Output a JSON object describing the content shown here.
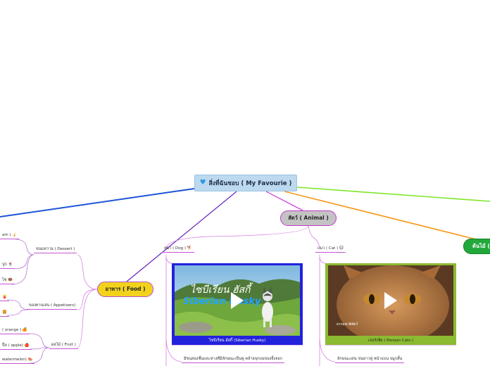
{
  "central": {
    "label": "สิ่งที่ฉันชอบ ( My Favourie )",
    "icon": "blue-heart-icon"
  },
  "branches": {
    "animal": {
      "label": "สัตว์ ( Animal )"
    },
    "food": {
      "label": "อาหาร ( Food )"
    },
    "other": {
      "label": "ต้นไม้ ("
    }
  },
  "animal": {
    "dog": {
      "label": "หมา ( Dog ) 🐕",
      "video_caption": "ไซบีเรียน ฮัสกี้ (Siberian Husky)",
      "overlay_thai": "ไซบีเรียน ฮัสกี้",
      "overlay_en": "Siberian Husky",
      "note": "มีขนสองชั้นและหางที่มีลักษณะเป็นพู่ คล้ายจุกบนของจิ้งจอก"
    },
    "cat": {
      "label": "แมว ( Cat ) 🐱",
      "video_caption": "เปอร์เซีย ( Persian Cats )",
      "watermark": "ธรรมชาติสัตว์",
      "note": "ลักษณะเด่น ขนยาวฟู หน้าแบน จมูกสั้น"
    }
  },
  "food": {
    "dessert": {
      "label": "ขนมหวาน ( Dessert )",
      "items": [
        "am ) 🍦",
        "ปูก 🍨",
        "ไซ 🍩"
      ]
    },
    "appetizers": {
      "label": "ของทานเล่น ( Appetizers)",
      "items": [
        "🍟",
        "🍔"
      ]
    },
    "fruit": {
      "label": "ผลไม้ ( Fruit )",
      "items": [
        "( orange ) 🍊",
        "ปิ้ล ( apple) 🍎",
        "watermelon) 🍉"
      ]
    }
  },
  "colors": {
    "central_bg": "#bcd9ef",
    "animal_pill": "#c3c3c3",
    "food_pill": "#f3d21c",
    "other_pill": "#22a83a",
    "edge_blue": "#1c55d6",
    "edge_purple": "#6a2bc2",
    "edge_magenta": "#d13fe0",
    "edge_orange": "#f59a1a",
    "edge_green": "#7ee52a",
    "dog_card": "#2222dd",
    "cat_card": "#8cba32"
  }
}
